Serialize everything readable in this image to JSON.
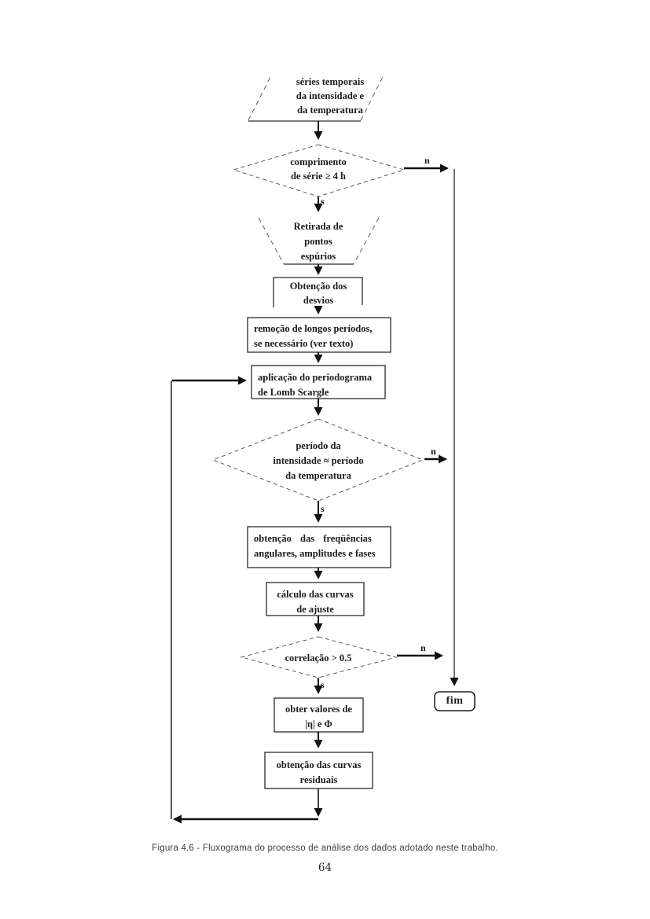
{
  "page": {
    "caption": "Figura 4.6 - Fluxograma do processo de análise dos dados adotado neste trabalho.",
    "page_number": "64"
  },
  "flowchart": {
    "edge_labels": {
      "yes": "s",
      "no": "n"
    },
    "colors": {
      "ink": "#1b1b1b",
      "solid_stroke": "#2b2b2b",
      "dashed_stroke": "#5a5a5a"
    },
    "nodes": {
      "input_series": {
        "shape": "parallelogram",
        "lines": [
          "séries temporais",
          "da intensidade e",
          "da temperatura"
        ]
      },
      "check_length": {
        "shape": "diamond",
        "lines": [
          "comprimento",
          "de série ≥ 4 h"
        ]
      },
      "remove_spurious_points": {
        "shape": "trapezoid",
        "lines": [
          "Retirada de",
          "pontos",
          "espúrios"
        ]
      },
      "get_deviations": {
        "shape": "rect",
        "lines": [
          "Obtenção dos",
          "desvios"
        ]
      },
      "remove_long_periods": {
        "shape": "rect",
        "lines": [
          "remoção de longos períodos,",
          "se necessário (ver texto)"
        ]
      },
      "lomb_scargle_periodogram": {
        "shape": "rect",
        "lines": [
          "aplicação do periodograma",
          "de Lomb Scargle"
        ]
      },
      "check_periods_equal": {
        "shape": "diamond",
        "lines": [
          "período da",
          "intensidade ≈ período",
          "da temperatura"
        ]
      },
      "get_frequencies": {
        "shape": "rect",
        "lines": [
          "obtenção das freqüências",
          "angulares, amplitudes e fases"
        ]
      },
      "fit_curves": {
        "shape": "rect",
        "lines": [
          "cálculo das curvas",
          "de ajuste"
        ]
      },
      "check_correlation": {
        "shape": "diamond",
        "lines": [
          "correlação > 0.5"
        ]
      },
      "get_eta_phi": {
        "shape": "rect",
        "lines": [
          "obter valores de",
          "|η| e Φ"
        ]
      },
      "residual_curves": {
        "shape": "rect",
        "lines": [
          "obtenção das curvas",
          "residuais"
        ]
      },
      "end": {
        "shape": "rounded",
        "lines": [
          "fim"
        ]
      }
    }
  }
}
